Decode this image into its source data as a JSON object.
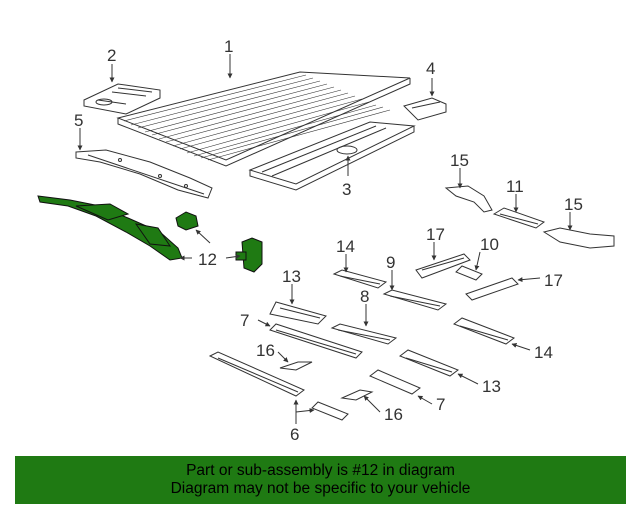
{
  "diagram": {
    "callouts": {
      "c1": "1",
      "c2": "2",
      "c3": "3",
      "c4": "4",
      "c5": "5",
      "c6": "6",
      "c7a": "7",
      "c7b": "7",
      "c8": "8",
      "c9": "9",
      "c10": "10",
      "c11": "11",
      "c12": "12",
      "c13a": "13",
      "c13b": "13",
      "c14a": "14",
      "c14b": "14",
      "c15a": "15",
      "c15b": "15",
      "c16a": "16",
      "c16b": "16",
      "c17a": "17",
      "c17b": "17"
    },
    "highlight_color": "#1f7a13",
    "line_color": "#333333"
  },
  "banner": {
    "line1": "Part or sub-assembly is #12 in diagram",
    "line2": "Diagram may not be specific to your vehicle",
    "background": "#1f7a13"
  }
}
